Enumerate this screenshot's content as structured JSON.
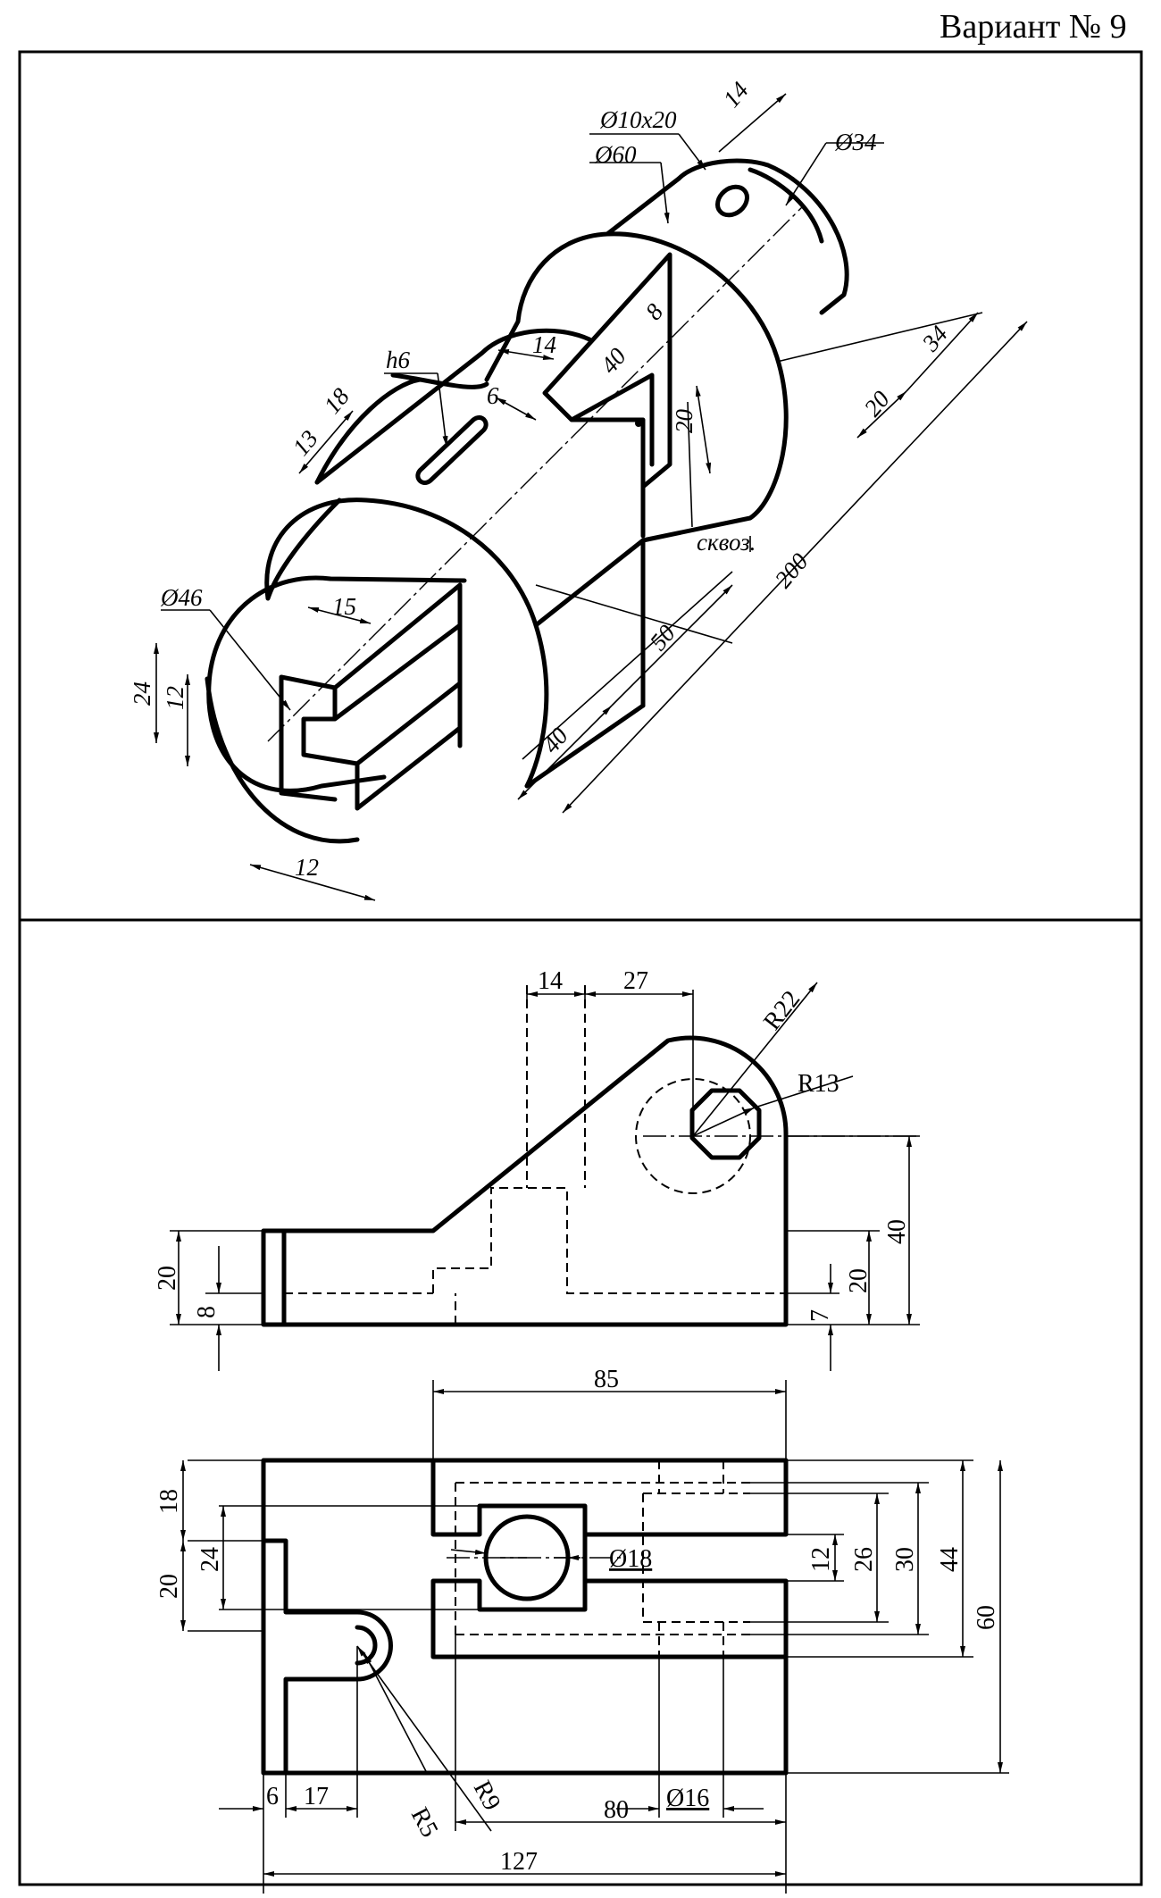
{
  "header": {
    "variant": "Вариант № 9"
  },
  "iso": {
    "d_small_hole": "Ø10x20",
    "d_60": "Ø60",
    "d_34": "Ø34",
    "d_46": "Ø46",
    "h6": "h6",
    "skvoz": "сквоз.",
    "n14_top": "14",
    "n14_slot": "14",
    "n40": "40",
    "n8": "8",
    "n20_v": "20",
    "n6": "6",
    "n18": "18",
    "n13": "13",
    "n15": "15",
    "n24": "24",
    "n12_v": "12",
    "n12_b": "12",
    "n34": "34",
    "n20_r": "20",
    "n200": "200",
    "n50": "50",
    "n40_b": "40"
  },
  "front": {
    "n14": "14",
    "n27": "27",
    "r22": "R22",
    "r13": "R13",
    "n40": "40",
    "n20_l": "20",
    "n8": "8",
    "n20_r": "20",
    "n7": "7"
  },
  "top": {
    "n85": "85",
    "n18": "18",
    "n24": "24",
    "n20": "20",
    "d18": "Ø18",
    "n12": "12",
    "n26": "26",
    "n30": "30",
    "n44": "44",
    "n60": "60",
    "n6": "6",
    "n17": "17",
    "r5": "R5",
    "r9": "R9",
    "d16": "Ø16",
    "n80": "80",
    "n127": "127"
  }
}
